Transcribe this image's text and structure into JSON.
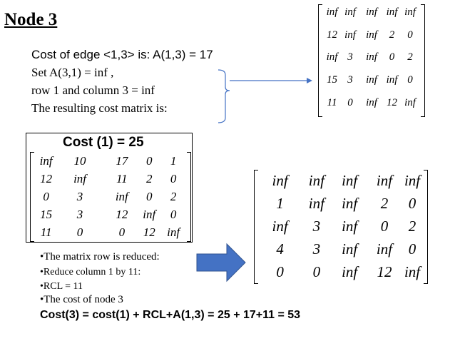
{
  "title": "Node 3",
  "text_lines": [
    "Cost of edge <1,3> is: A(1,3) = 17",
    "Set A(3,1) = inf ,",
    " row 1 and column 3 = inf",
    "The resulting cost matrix is:"
  ],
  "top_matrix": [
    [
      "inf",
      "inf",
      "inf",
      "inf",
      "inf"
    ],
    [
      "12",
      "inf",
      "inf",
      "2",
      "0"
    ],
    [
      "inf",
      "3",
      "inf",
      "0",
      "2"
    ],
    [
      "15",
      "3",
      "inf",
      "inf",
      "0"
    ],
    [
      "11",
      "0",
      "inf",
      "12",
      "inf"
    ]
  ],
  "cost1_label": "Cost (1) = 25",
  "cost1_matrix": [
    [
      "inf",
      "10",
      "17",
      "0",
      "1"
    ],
    [
      "12",
      "inf",
      "11",
      "2",
      "0"
    ],
    [
      "0",
      "3",
      "inf",
      "0",
      "2"
    ],
    [
      "15",
      "3",
      "12",
      "inf",
      "0"
    ],
    [
      "11",
      "0",
      "0",
      "12",
      "inf"
    ]
  ],
  "reduced_matrix": [
    [
      "inf",
      "inf",
      "inf",
      "inf",
      "inf"
    ],
    [
      "1",
      "inf",
      "inf",
      "2",
      "0"
    ],
    [
      "inf",
      "3",
      "inf",
      "0",
      "2"
    ],
    [
      "4",
      "3",
      "inf",
      "inf",
      "0"
    ],
    [
      "0",
      "0",
      "inf",
      "12",
      "inf"
    ]
  ],
  "bullets": [
    "•The matrix  row is reduced:",
    "•Reduce column 1 by 11:",
    "•RCL = 11",
    "•The cost of node 3"
  ],
  "result_line": "Cost(3) = cost(1) + RCL+A(1,3) = 25 + 17+11 = 53",
  "colors": {
    "arrow_fill": "#4472c4",
    "arrow_stroke": "#2f528f",
    "connector": "#4472c4"
  }
}
